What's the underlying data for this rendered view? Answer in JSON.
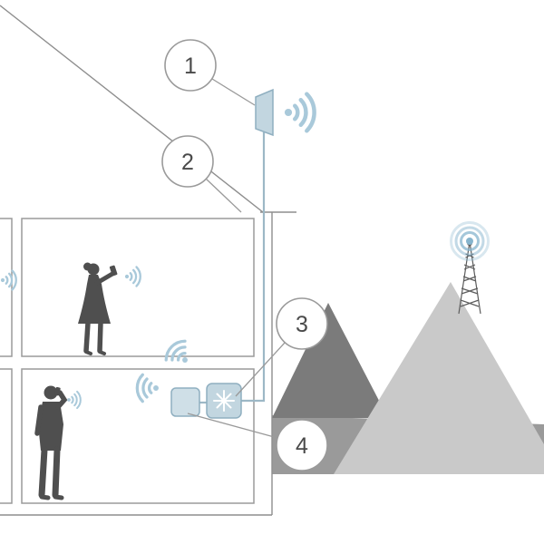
{
  "diagram": {
    "name": "cell-phone-signal-booster-house-diagram",
    "callouts": [
      {
        "label": "1",
        "target": "outdoor-antenna"
      },
      {
        "label": "2",
        "target": "coax-cable"
      },
      {
        "label": "3",
        "target": "signal-amplifier"
      },
      {
        "label": "4",
        "target": "indoor-antenna"
      }
    ],
    "icons": [
      "wifi-signal-icon",
      "tower-broadcast-icon",
      "outdoor-antenna-icon",
      "amplifier-icon",
      "indoor-antenna-icon",
      "cell-tower-icon"
    ],
    "colors": {
      "device_fill": "#c2d6e0",
      "device_fill_light": "#cfdfe7",
      "device_stroke": "#8fafc0",
      "signal": "#a9c9da",
      "signal_strong": "#86b4cd",
      "cable": "#9db8c6",
      "outline": "#8e8e8e",
      "room_stroke": "#9a9a9a",
      "silhouette": "#4f4f4f",
      "mountain_dark": "#7b7b7b",
      "mountain_mid": "#9a9a9a",
      "mountain_light": "#c9c9c9",
      "tower": "#5c5c5c",
      "callout_stroke": "#9a9a9a",
      "callout_text": "#4a4a4a"
    }
  }
}
